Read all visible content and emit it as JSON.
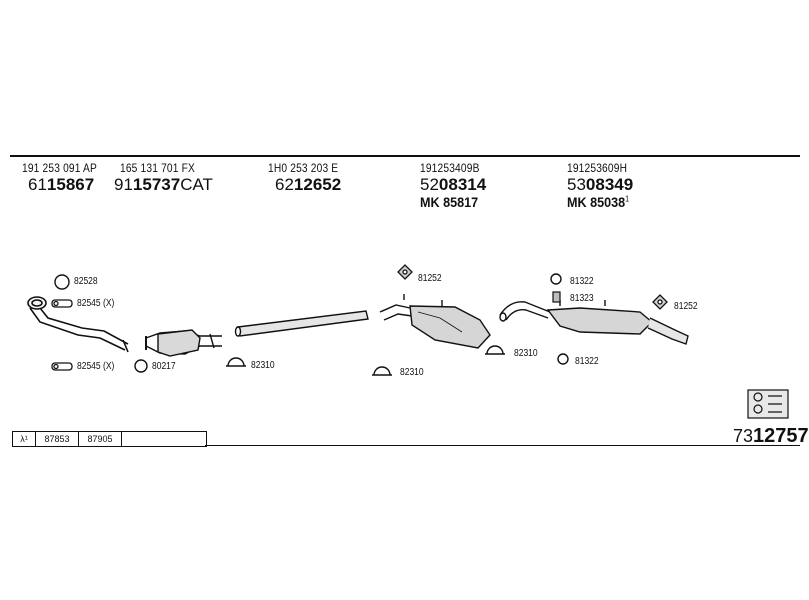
{
  "parts_header": [
    {
      "ref": "191 253 091 AP",
      "code_prefix": "61",
      "code_main": "15867",
      "code_suffix": "",
      "mk": "",
      "mk_sup": ""
    },
    {
      "ref": "165 131 701 FX",
      "code_prefix": "91",
      "code_main": "15737",
      "code_suffix": "CAT",
      "mk": "",
      "mk_sup": ""
    },
    {
      "ref": "1H0 253 203 E",
      "code_prefix": "62",
      "code_main": "12652",
      "code_suffix": "",
      "mk": "",
      "mk_sup": ""
    },
    {
      "ref": "191253409B",
      "code_prefix": "52",
      "code_main": "08314",
      "code_suffix": "",
      "mk": "MK 85817",
      "mk_sup": ""
    },
    {
      "ref": "191253609H",
      "code_prefix": "53",
      "code_main": "08349",
      "code_suffix": "",
      "mk": "MK 85038",
      "mk_sup": "1"
    }
  ],
  "labels": {
    "l82528": "82528",
    "l82545a": "82545 (X)",
    "l82545b": "82545 (X)",
    "l80217": "80217",
    "l82310a": "82310",
    "l82310b": "82310",
    "l82310c": "82310",
    "l81252a": "81252",
    "l81252b": "81252",
    "l81322a": "81322",
    "l81323": "81323",
    "l81322b": "81322"
  },
  "table": {
    "lambda": "λ¹",
    "cell1": "87853",
    "cell2": "87905",
    "cell3": ""
  },
  "final": {
    "prefix": "73",
    "main": "12757"
  }
}
